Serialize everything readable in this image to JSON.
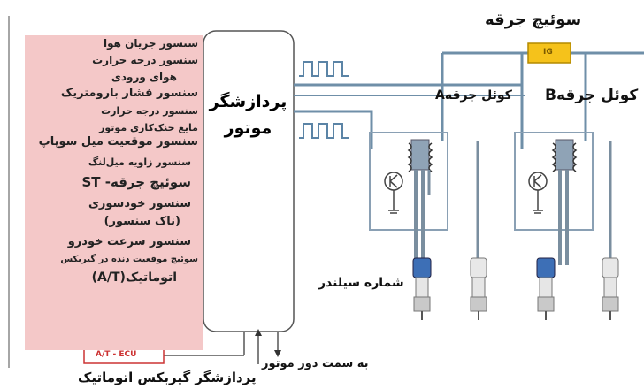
{
  "ecu": {
    "line1": "پردازشگر",
    "line2": "موتور"
  },
  "ignition_switch": {
    "title": "سوئیچ جرقه",
    "box_label": "IG"
  },
  "coil_a": {
    "label": "کوئل جرقهA"
  },
  "coil_b": {
    "label": "کوئل جرقهB"
  },
  "cylinder_number": "شماره سیلندر",
  "to_tachometer": "به سمت دور موتور",
  "transmission_ecu": {
    "box_label": "A/T - ECU",
    "caption": "پردازشگر گیربکس اتوماتیک"
  },
  "sensors": [
    "سنسور جریان هوا",
    "سنسور درجه حرارت",
    "هوای ورودی",
    "سنسور فشار بارومتریک",
    "سنسور درجه حرارت",
    "مایع خنک‌کاری موتور",
    "سنسور موقعیت میل سوپاپ",
    "سنسور زاویه میل‌لنگ",
    "سوئیچ جرقه- ST",
    "سنسور خودسوزی",
    "(ناک سنسور)",
    "سنسور سرعت خودرو",
    "سوئیچ موقعیت دنده در گیربکس",
    "اتوماتیک(A/T)"
  ],
  "colors": {
    "sensor_panel": "#f4c8c8",
    "arrow": "#e8364f",
    "wire": "#6f8fa8",
    "switch_box": "#f5c21b",
    "plug_cap": "#3d6fb6"
  }
}
